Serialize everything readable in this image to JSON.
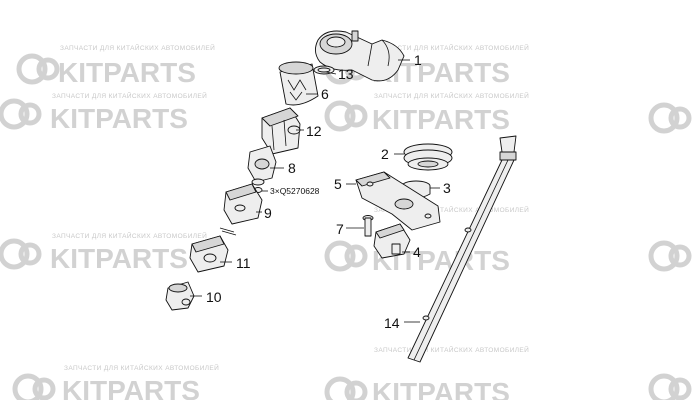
{
  "watermark": {
    "brand": "KITPARTS",
    "tagline": "ЗАПЧАСТИ ДЛЯ КИТАЙСКИХ АВТОМОБИЛЕЙ"
  },
  "callouts": {
    "c1": "1",
    "c2": "2",
    "c3": "3",
    "c4": "4",
    "c5": "5",
    "c6": "6",
    "c7": "7",
    "c8": "8",
    "c9": "9",
    "c10": "10",
    "c11": "11",
    "c12": "12",
    "c13": "13",
    "c14": "14",
    "note": "3×Q5270628"
  }
}
